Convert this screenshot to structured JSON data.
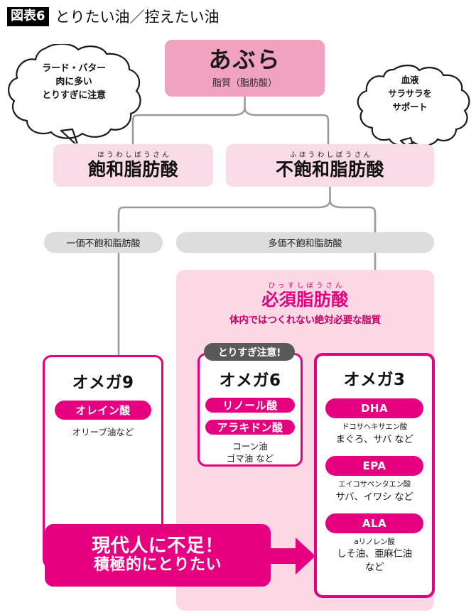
{
  "header": {
    "tag": "図表6",
    "title": "とりたい油／控えたい油"
  },
  "colors": {
    "main_pink": "#f0a2c0",
    "light_pink": "#fadce8",
    "panel_pink": "#fbd8e4",
    "magenta": "#e4007f",
    "grey_pill": "#dddddd",
    "dark_tab": "#595959",
    "connector": "#9a9a9a"
  },
  "root": {
    "label": "あぶら",
    "sublabel": "脂質（脂肪酸）"
  },
  "bubbles": {
    "left": {
      "name": "saturated-warning-bubble",
      "lines": [
        "ラード・バター",
        "肉に多い",
        "とりすぎに注意"
      ]
    },
    "right": {
      "name": "unsaturated-benefit-bubble",
      "lines": [
        "血液",
        "サラサラを",
        "サポート"
      ]
    }
  },
  "fat_types": [
    {
      "ruby": "ほうわしぼうさん",
      "label": "飽和脂肪酸"
    },
    {
      "ruby": "ふほうわしぼうさん",
      "label": "不飽和脂肪酸"
    }
  ],
  "categories": [
    {
      "label": "一価不飽和脂肪酸"
    },
    {
      "label": "多価不飽和脂肪酸"
    }
  ],
  "essential": {
    "ruby": "ひっすしぼうさん",
    "title": "必須脂肪酸",
    "subtitle": "体内ではつくれない絶対必要な脂質"
  },
  "warn_tab": {
    "label": "とりすぎ注意!"
  },
  "omega9": {
    "title": "オメガ9",
    "acids": [
      {
        "name": "オレイン酸"
      }
    ],
    "sources": "オリーブ油など"
  },
  "omega6": {
    "title": "オメガ6",
    "acids": [
      {
        "name": "リノール酸"
      },
      {
        "name": "アラキドン酸"
      }
    ],
    "sources_line1": "コーン油",
    "sources_line2": "ゴマ油 など"
  },
  "omega3": {
    "title": "オメガ3",
    "acids": [
      {
        "name": "DHA",
        "full": "ドコサヘキサエン酸",
        "sources": "まぐろ、サバ など"
      },
      {
        "name": "EPA",
        "full": "エイコサペンタエン酸",
        "sources": "サバ、イワシ など"
      },
      {
        "name": "ALA",
        "full": "aリノレン酸",
        "sources": "しそ油、亜麻仁油",
        "sources2": "など"
      }
    ]
  },
  "banner": {
    "line1": "現代人に不足！",
    "line2": "積極的にとりたい",
    "arrow": "arrow-right-icon"
  }
}
